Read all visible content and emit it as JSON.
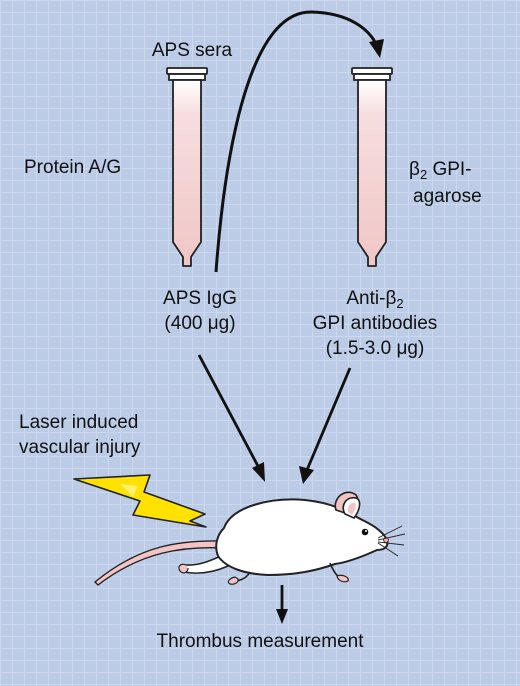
{
  "labels": {
    "aps_sera": "APS sera",
    "protein_ag": "Protein A/G",
    "b2gpi_beta": "β",
    "b2gpi_sub": "2",
    "b2gpi_rest": " GPI-",
    "agarose": "agarose",
    "aps_igg": "APS IgG",
    "aps_igg_amount": "(400 μg)",
    "anti_prefix": "Anti-β",
    "anti_sub": "2",
    "gpi_antibodies": "GPI antibodies",
    "anti_amount": "(1.5-3.0 μg)",
    "laser_line1": "Laser induced",
    "laser_line2": "vascular injury",
    "thrombus": "Thrombus measurement"
  },
  "colors": {
    "background": "#bccbe6",
    "grid": "#cdd8ee",
    "column_fill": "#f2cccc",
    "lightning": "#ffe200",
    "mouse_body": "#ffffff",
    "mouse_pink": "#f2c4c4"
  },
  "icons": [
    "protein-ag-column",
    "b2gpi-agarose-column",
    "lightning-bolt",
    "mouse"
  ]
}
